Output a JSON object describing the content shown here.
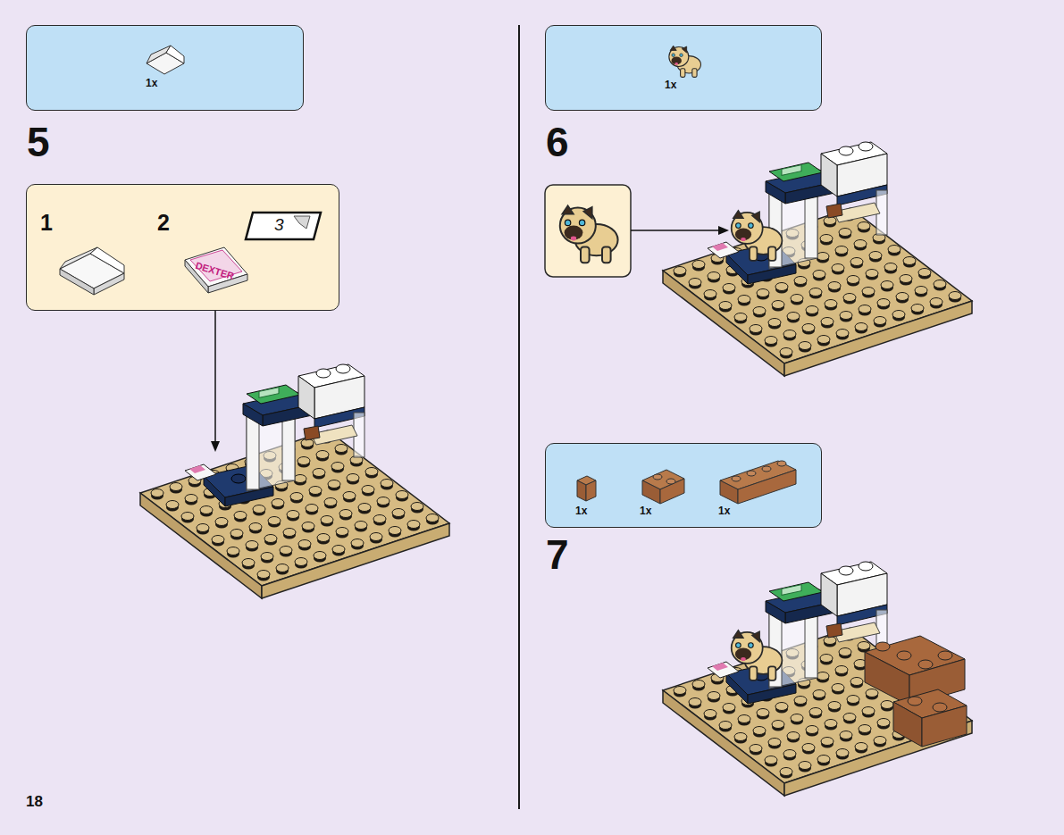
{
  "diagram": {
    "nodes": [
      {
        "text": [
          "1x"
        ]
      },
      {
        "text": [
          "1",
          "2"
        ]
      },
      {
        "text": [
          "3"
        ],
        "in": 1
      },
      {
        "text": [
          "1x"
        ]
      },
      {
        "text": [
          "1x",
          "1x",
          "1x"
        ]
      }
    ],
    "labels": [
      "5",
      "DEXTER",
      "6",
      "7",
      "18"
    ]
  }
}
